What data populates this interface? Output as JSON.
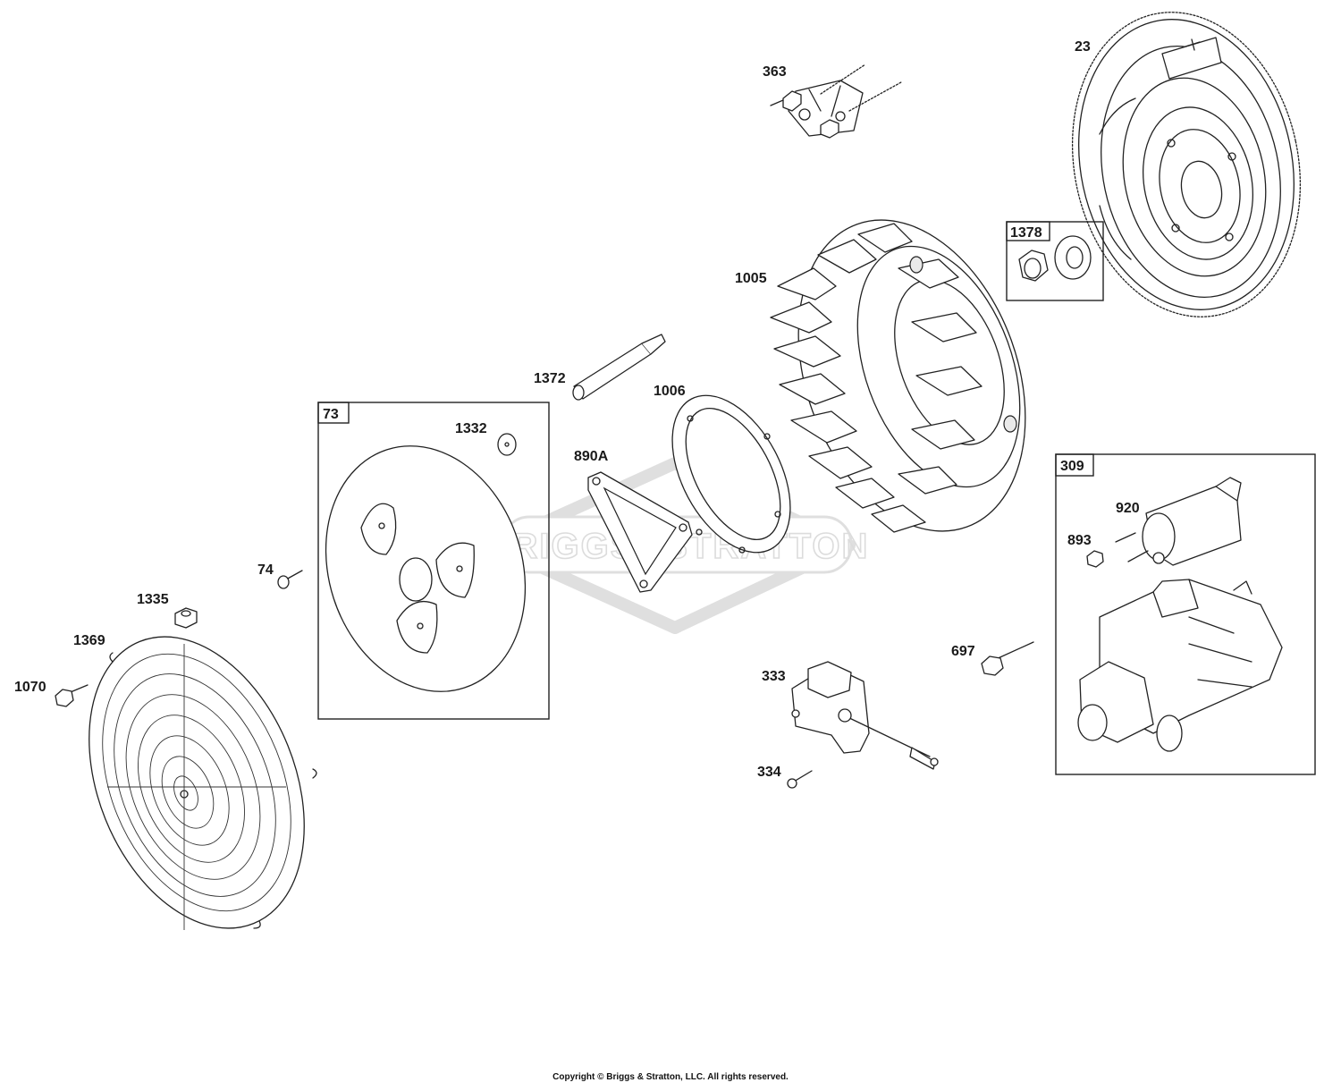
{
  "diagram": {
    "watermark": "BRIGGS&STRATTON",
    "copyright": "Copyright © Briggs & Stratton, LLC. All rights reserved.",
    "parts": {
      "p23": "23",
      "p363": "363",
      "p1378": "1378",
      "p1005": "1005",
      "p1372": "1372",
      "p1006": "1006",
      "p73": "73",
      "p1332": "1332",
      "p890a": "890A",
      "p309": "309",
      "p920": "920",
      "p893": "893",
      "p74": "74",
      "p1335": "1335",
      "p1369": "1369",
      "p1070": "1070",
      "p697": "697",
      "p333": "333",
      "p334": "334"
    }
  }
}
